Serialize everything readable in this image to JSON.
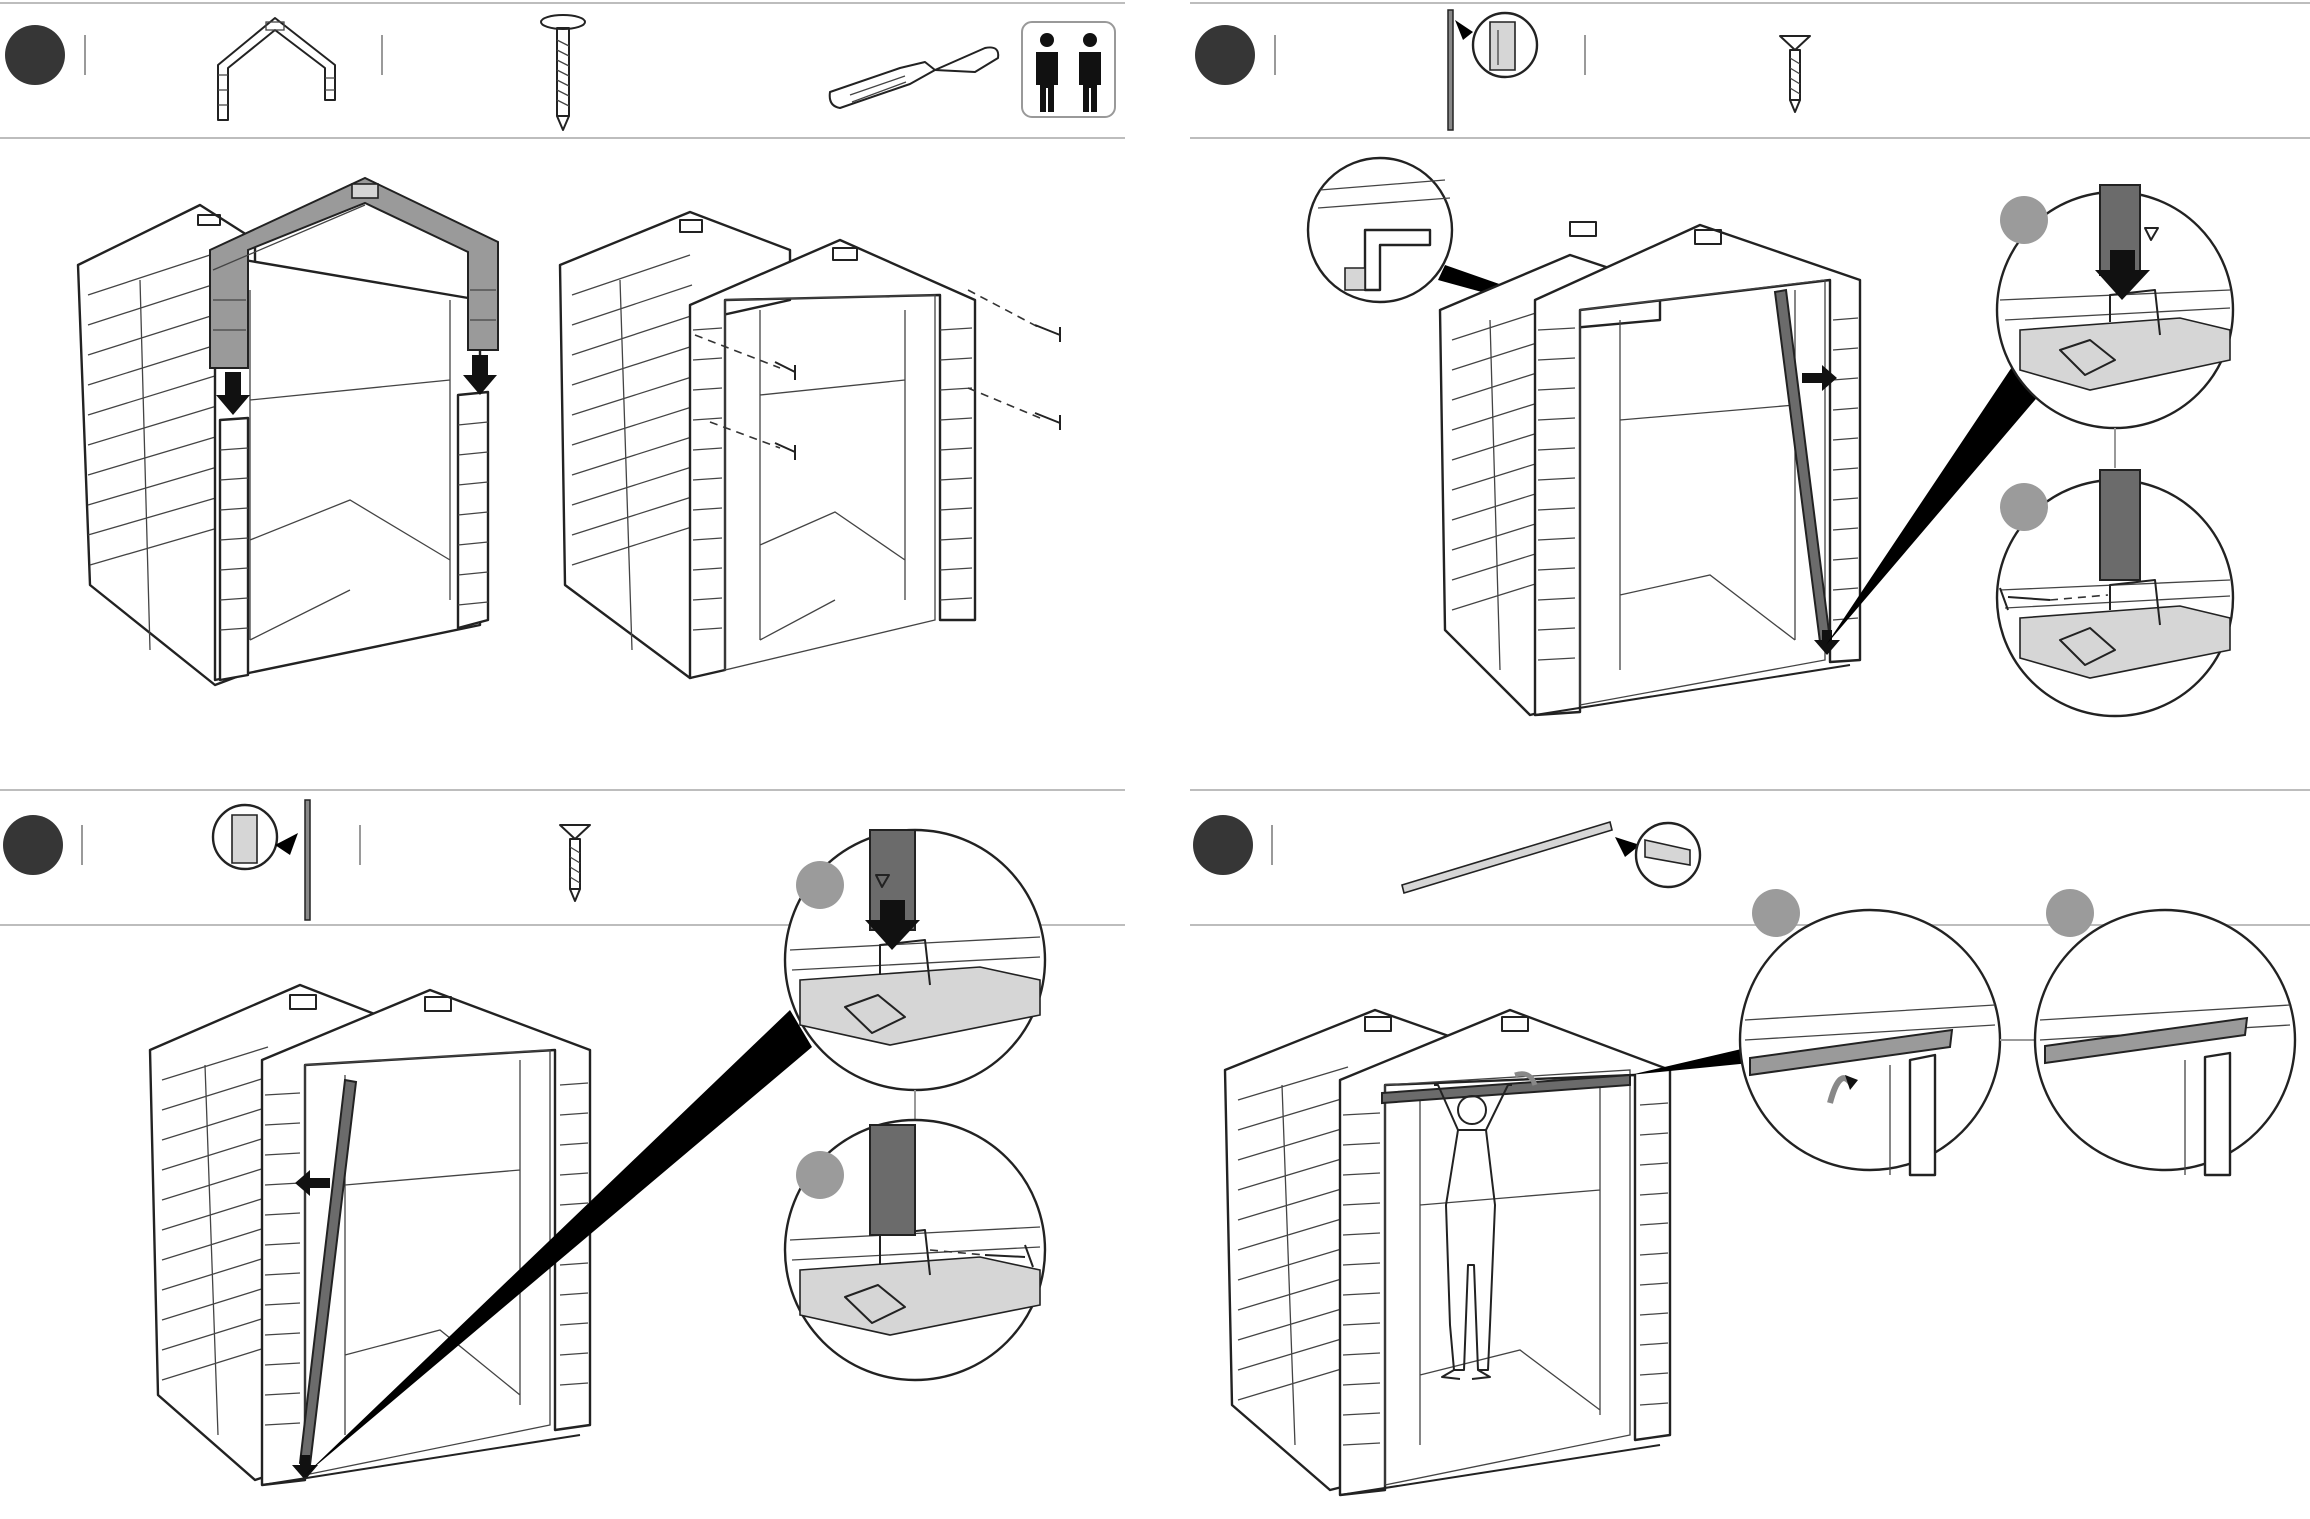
{
  "document": {
    "kind": "assembly-instructions",
    "steps": [
      {
        "id": "step-a",
        "parts": [
          "door-header-frame",
          "screw-long"
        ],
        "tools": [
          "screwdriver",
          "two-persons-icon"
        ],
        "detail_views": 0
      },
      {
        "id": "step-b",
        "parts": [
          "door-post-profile",
          "screw-short"
        ],
        "tools": [],
        "detail_views": 3
      },
      {
        "id": "step-c",
        "parts": [
          "door-post-profile",
          "screw-short"
        ],
        "tools": [],
        "detail_views": 2
      },
      {
        "id": "step-d",
        "parts": [
          "door-track-rail"
        ],
        "tools": [],
        "detail_views": 2
      }
    ],
    "colors": {
      "badge": "#363636",
      "sub_badge": "#9b9b9b",
      "line": "#222222",
      "accent_gray": "#9a9a9a",
      "rule": "#bdbdbd"
    }
  }
}
